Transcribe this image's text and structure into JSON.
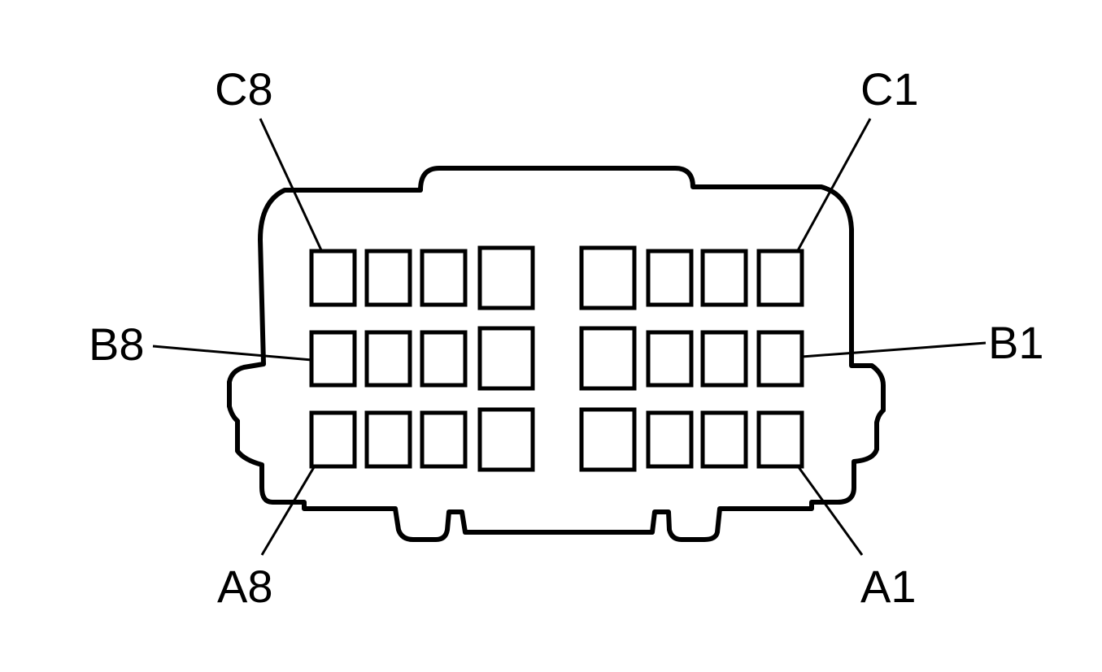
{
  "diagram": {
    "labels": {
      "c8": "C8",
      "c1": "C1",
      "b8": "B8",
      "b1": "B1",
      "a8": "A8",
      "a1": "A1"
    },
    "rows": [
      "C",
      "B",
      "A"
    ],
    "pins_per_row": 8,
    "colors": {
      "line": "#000000",
      "background": "#ffffff"
    }
  }
}
